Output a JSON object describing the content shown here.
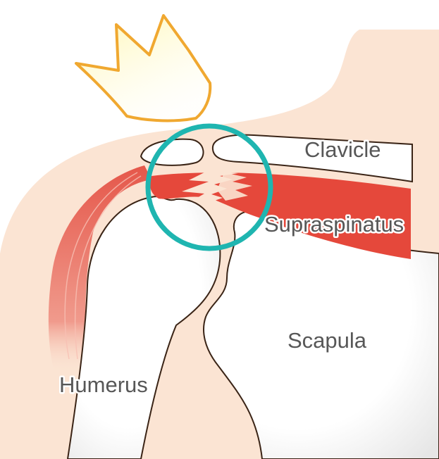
{
  "labels": {
    "clavicle": "Clavicle",
    "supraspinatus": "Supraspinatus",
    "scapula": "Scapula",
    "humerus": "Humerus"
  },
  "colors": {
    "skin": "#fbe4d3",
    "bone": "#ffffff",
    "outline": "#3a2416",
    "muscle": "#e5483b",
    "highlight_circle": "#1fb5b0",
    "pain_crown_fill": "#fff3a6",
    "pain_crown_stroke": "#f0a830",
    "label": "#575757"
  }
}
